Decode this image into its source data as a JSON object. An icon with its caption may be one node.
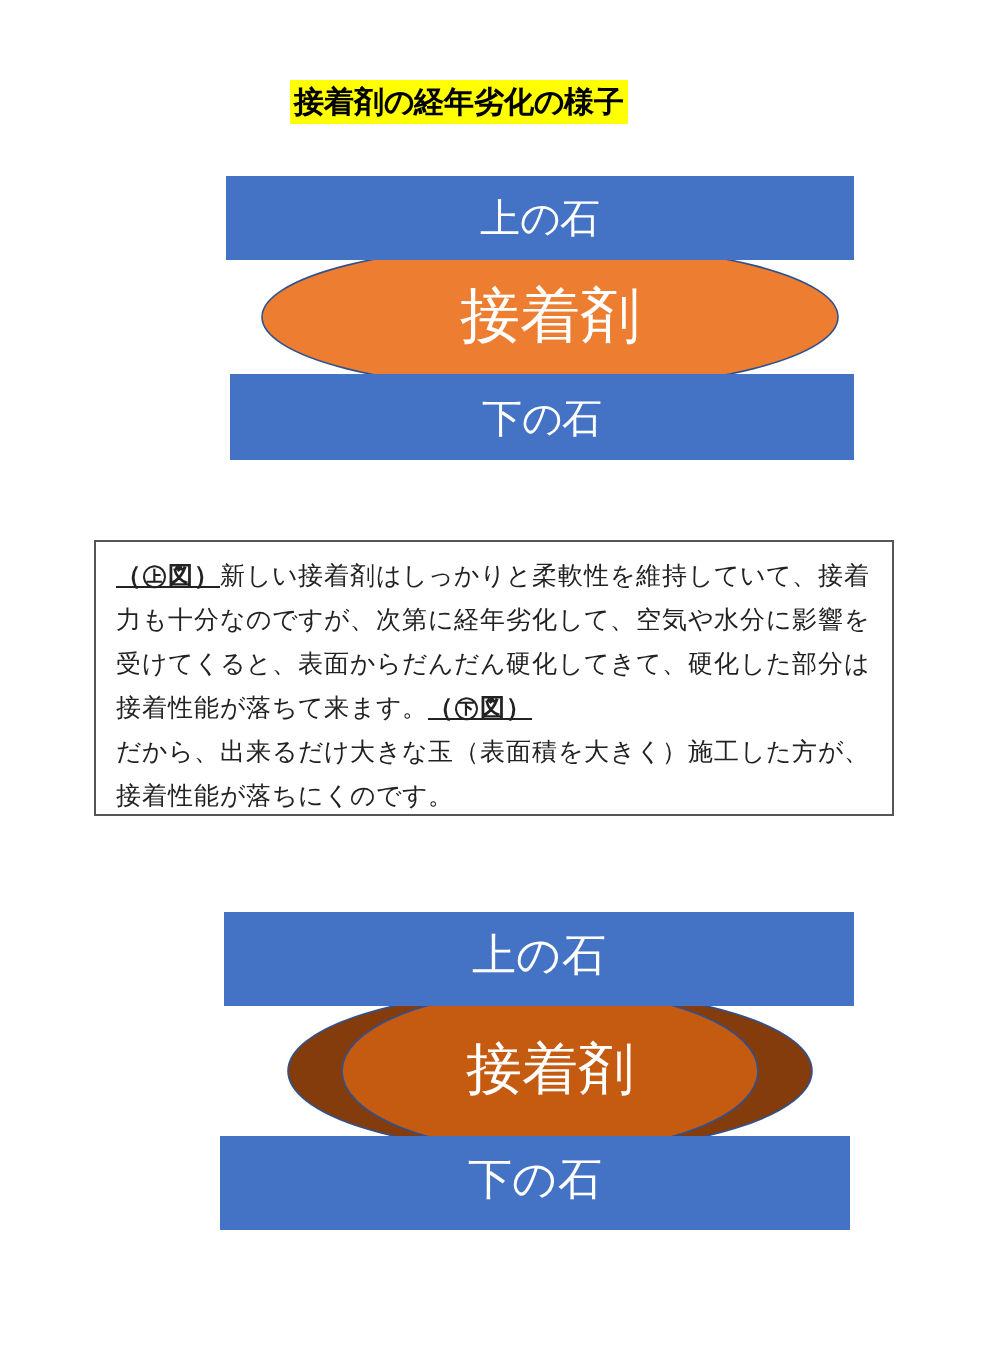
{
  "diagram": {
    "title": "接着剤の経年劣化の様子",
    "nodes": [
      {
        "text": [
          "上の石"
        ]
      },
      {
        "text": [
          "接着剤"
        ]
      },
      {
        "text": [
          "下の石"
        ]
      },
      {
        "text": [
          "**（㊤図）**新しい接着剤はしっかりと柔軟性を維持していて、接着力も十分なのですが、次第に経年劣化して、空気や水分に影響を受けてくると、表面からだんだん硬化してきて、硬化した部分は接着性能が落ちて来ます。**（㊦図）**",
          "だから、出来るだけ大きな玉（表面積を大きく）施工した方が、接着性能が落ちにくのです。"
        ]
      },
      {
        "text": [
          "上の石"
        ]
      },
      {
        "text": [],
        "shape": "ellipse"
      },
      {
        "text": [
          "接着剤"
        ],
        "in": 5
      },
      {
        "text": [
          "下の石"
        ]
      }
    ]
  }
}
